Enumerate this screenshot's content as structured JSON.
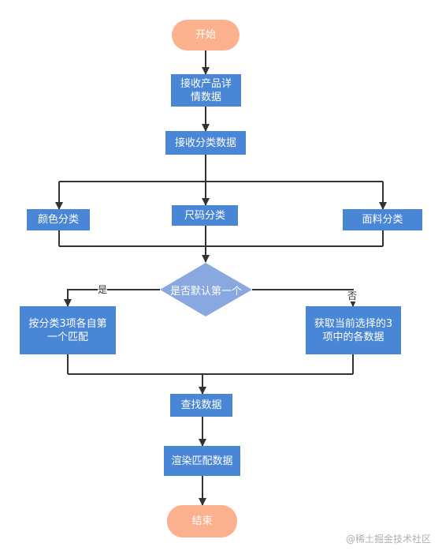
{
  "flowchart": {
    "start": "开始",
    "receive_detail": "接收产品详\n情数据",
    "receive_category": "接收分类数据",
    "cat_color": "颜色分类",
    "cat_size": "尺码分类",
    "cat_fabric": "面料分类",
    "decision": "是否默认第一个",
    "yes_label": "是",
    "no_label": "否",
    "yes_branch": "按分类3项各自第\n一个匹配",
    "no_branch": "获取当前选择的3\n项中的各数据",
    "find_data": "查找数据",
    "render": "渲染匹配数据",
    "end": "结束"
  },
  "colors": {
    "process": "#4a86d6",
    "terminal": "#fbb08e",
    "decision": "#8aa8e0",
    "line": "#333333"
  },
  "watermark": "@稀土掘金技术社区"
}
